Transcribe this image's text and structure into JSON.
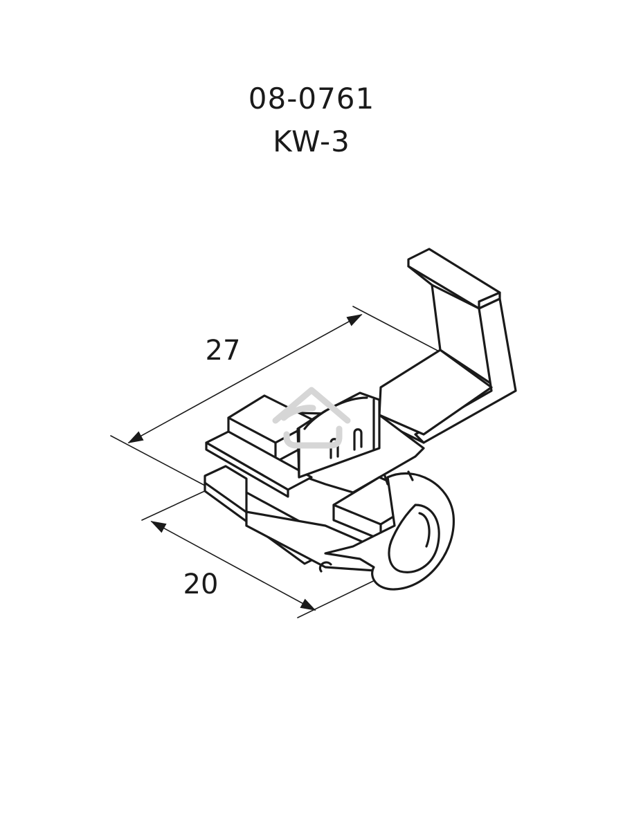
{
  "part": {
    "code": "08-0761",
    "model": "KW-3"
  },
  "dimensions": {
    "length": "27",
    "width": "20"
  },
  "colors": {
    "line": "#1a1a1a",
    "background": "#ffffff",
    "watermark": "#d6d6d6"
  },
  "icons": {
    "watermark": "house-outline-icon"
  }
}
